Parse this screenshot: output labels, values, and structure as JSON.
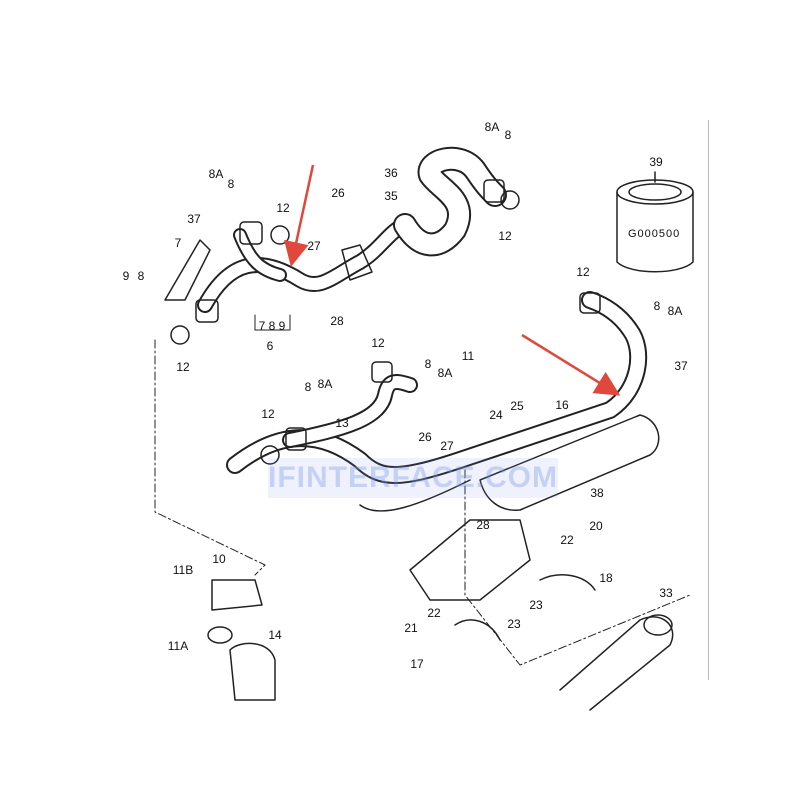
{
  "watermark": "IFINTERFACE.COM",
  "part_code": "G000500",
  "arrow_color": "#e0483c",
  "callouts": [
    {
      "id": "c1",
      "label": "8A"
    },
    {
      "id": "c2",
      "label": "8"
    },
    {
      "id": "c3",
      "label": "36"
    },
    {
      "id": "c4",
      "label": "35"
    },
    {
      "id": "c5",
      "label": "26"
    },
    {
      "id": "c6",
      "label": "27"
    },
    {
      "id": "c7",
      "label": "28"
    },
    {
      "id": "c8",
      "label": "12"
    },
    {
      "id": "c9",
      "label": "8A"
    },
    {
      "id": "c10",
      "label": "8"
    },
    {
      "id": "c11",
      "label": "37"
    },
    {
      "id": "c12",
      "label": "12"
    },
    {
      "id": "c13",
      "label": "7"
    },
    {
      "id": "c14",
      "label": "9"
    },
    {
      "id": "c15",
      "label": "8"
    },
    {
      "id": "c16",
      "label": "7 8 9"
    },
    {
      "id": "c17",
      "label": "6"
    },
    {
      "id": "c18",
      "label": "12"
    },
    {
      "id": "c19",
      "label": "39"
    },
    {
      "id": "c20",
      "label": "12"
    },
    {
      "id": "c21",
      "label": "8"
    },
    {
      "id": "c22",
      "label": "8A"
    },
    {
      "id": "c23",
      "label": "37"
    },
    {
      "id": "c24",
      "label": "12"
    },
    {
      "id": "c25",
      "label": "8"
    },
    {
      "id": "c26",
      "label": "8A"
    },
    {
      "id": "c27",
      "label": "11"
    },
    {
      "id": "c28",
      "label": "8A"
    },
    {
      "id": "c29",
      "label": "8"
    },
    {
      "id": "c30",
      "label": "13"
    },
    {
      "id": "c31",
      "label": "12"
    },
    {
      "id": "c32",
      "label": "24"
    },
    {
      "id": "c33",
      "label": "25"
    },
    {
      "id": "c34",
      "label": "16"
    },
    {
      "id": "c35",
      "label": "26"
    },
    {
      "id": "c36",
      "label": "27"
    },
    {
      "id": "c37",
      "label": "38"
    },
    {
      "id": "c38",
      "label": "28"
    },
    {
      "id": "c39",
      "label": "20"
    },
    {
      "id": "c40",
      "label": "22"
    },
    {
      "id": "c41",
      "label": "18"
    },
    {
      "id": "c42",
      "label": "11B"
    },
    {
      "id": "c43",
      "label": "10"
    },
    {
      "id": "c44",
      "label": "23"
    },
    {
      "id": "c45",
      "label": "22"
    },
    {
      "id": "c46",
      "label": "23"
    },
    {
      "id": "c47",
      "label": "21"
    },
    {
      "id": "c48",
      "label": "14"
    },
    {
      "id": "c49",
      "label": "11A"
    },
    {
      "id": "c50",
      "label": "33"
    },
    {
      "id": "c51",
      "label": "17"
    }
  ]
}
